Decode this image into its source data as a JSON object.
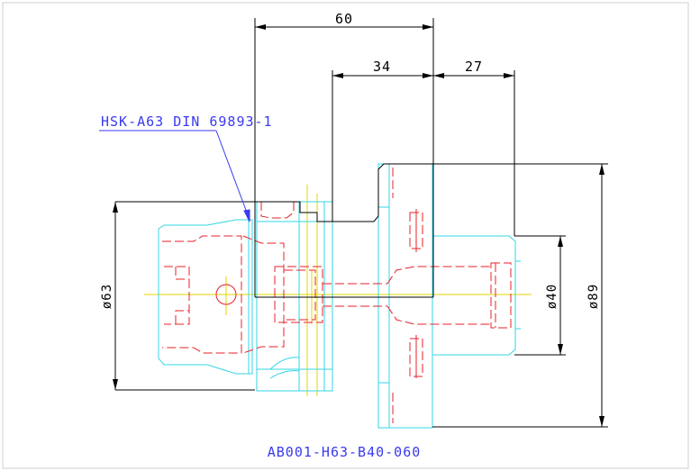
{
  "dimensions": {
    "overall_length": "60",
    "shank_length": "34",
    "flange_offset": "27",
    "diameter_63": "ø63",
    "diameter_40": "ø40",
    "diameter_89": "ø89"
  },
  "annotation": {
    "standard": "HSK-A63 DIN 69893-1"
  },
  "part_number": "AB001-H63-B40-060",
  "colors": {
    "dimension": "#000000",
    "outline": "#33d6e6",
    "hidden": "#e8202a",
    "center": "#e6d400",
    "leader": "#3a3af0"
  }
}
